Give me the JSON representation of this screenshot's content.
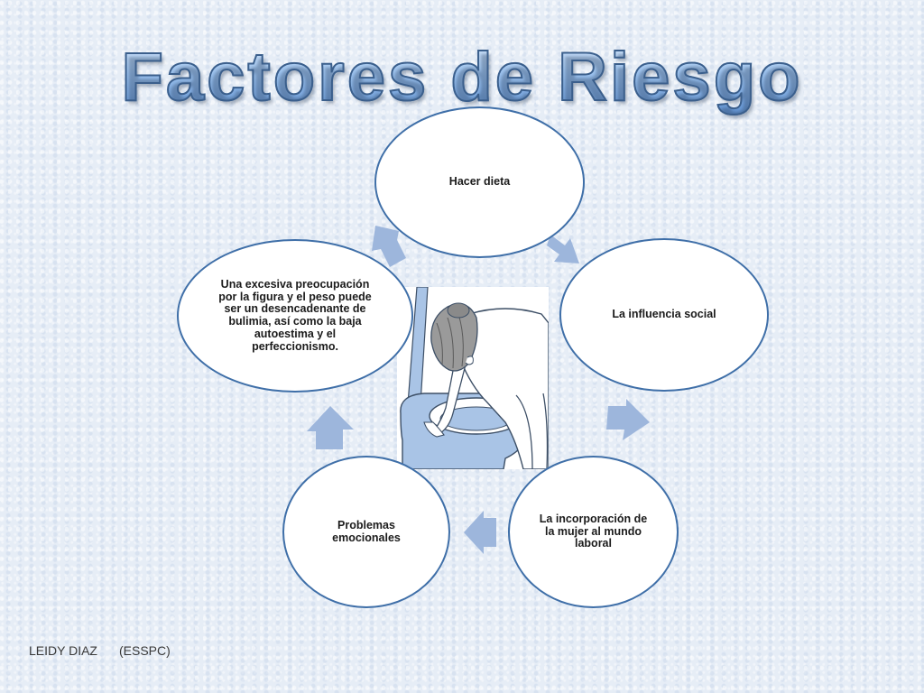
{
  "slide": {
    "title": "Factores de Riesgo"
  },
  "cycle": {
    "nodes": [
      {
        "label": "Hacer dieta"
      },
      {
        "label": "La influencia social"
      },
      {
        "label": "La incorporación de la mujer al mundo laboral"
      },
      {
        "label": "Problemas emocionales"
      },
      {
        "label": "Una excesiva preocupación por la figura y el peso puede ser un desencadenante de bulimia, así como la baja autoestima  y el perfeccionismo."
      }
    ],
    "arrow_color": "#9db6dc",
    "node_border_color": "#3f6fa8"
  },
  "illustration": {
    "icon": "person-vomiting-toilet-illustration"
  },
  "footer": {
    "author": "LEIDY DIAZ",
    "org": "(ESSPC)"
  }
}
